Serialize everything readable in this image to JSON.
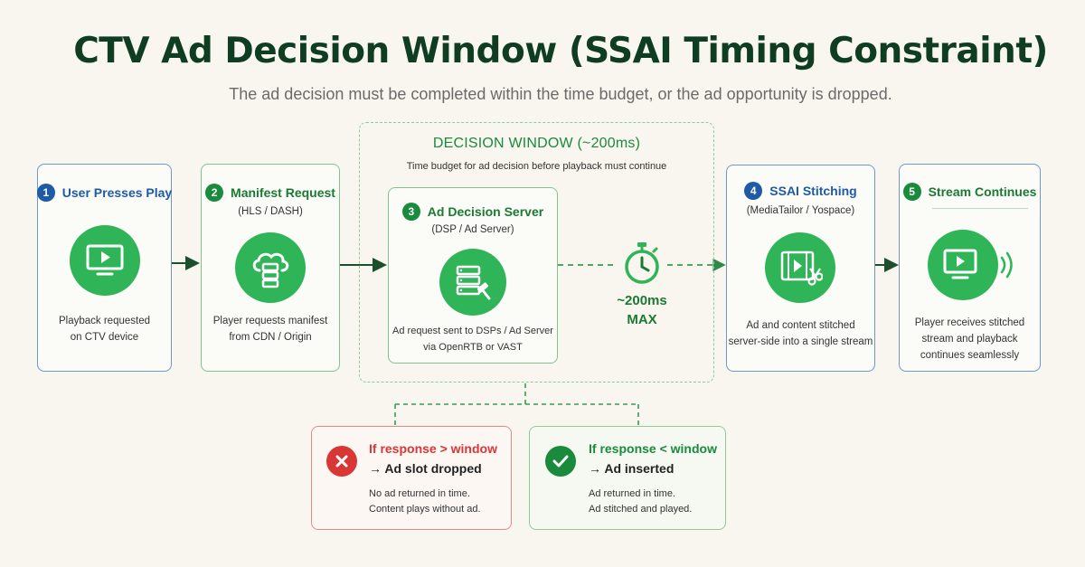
{
  "header": {
    "title": "CTV Ad Decision Window (SSAI Timing Constraint)",
    "subtitle": "The ad decision must be completed within the time budget, or the ad opportunity is dropped."
  },
  "decision_window": {
    "title": "DECISION WINDOW (~200ms)",
    "subtitle": "Time budget for ad decision before playback must continue",
    "timer_value": "~200ms",
    "timer_label": "MAX"
  },
  "steps": [
    {
      "number": "1",
      "title": "User Presses Play",
      "subtitle": "",
      "desc": [
        "Playback requested",
        "on CTV device"
      ],
      "icon": "play-screen-icon"
    },
    {
      "number": "2",
      "title": "Manifest Request",
      "subtitle": "(HLS / DASH)",
      "desc": [
        "Player requests manifest",
        "from CDN / Origin"
      ],
      "icon": "cloud-server-icon"
    },
    {
      "number": "3",
      "title": "Ad Decision Server",
      "subtitle": "(DSP / Ad Server)",
      "desc": [
        "Ad request sent to DSPs / Ad Server",
        "via OpenRTB or VAST"
      ],
      "icon": "server-gavel-icon"
    },
    {
      "number": "4",
      "title": "SSAI Stitching",
      "subtitle": "(MediaTailor / Yospace)",
      "desc": [
        "Ad and content stitched",
        "server-side into a single stream"
      ],
      "icon": "film-scissors-icon"
    },
    {
      "number": "5",
      "title": "Stream Continues",
      "subtitle": "",
      "desc": [
        "Player receives stitched",
        "stream and playback",
        "continues seamlessly"
      ],
      "icon": "streaming-screen-icon"
    }
  ],
  "outcomes": [
    {
      "title": [
        "If response > window",
        "→ Ad slot dropped"
      ],
      "desc": [
        "No ad returned in time.",
        "Content plays without ad."
      ],
      "icon": "x-circle-icon",
      "color": "#d93636"
    },
    {
      "title": [
        "If response < window",
        "→ Ad inserted"
      ],
      "desc": [
        "Ad returned in time.",
        "Ad stitched and played."
      ],
      "icon": "check-circle-icon",
      "color": "#1a8a3d"
    }
  ],
  "colors": {
    "blue": "#1f5aa6",
    "green": "#1a8a3d",
    "icon_green": "#2fb458",
    "red": "#d93636",
    "title": "#0f3d22"
  }
}
